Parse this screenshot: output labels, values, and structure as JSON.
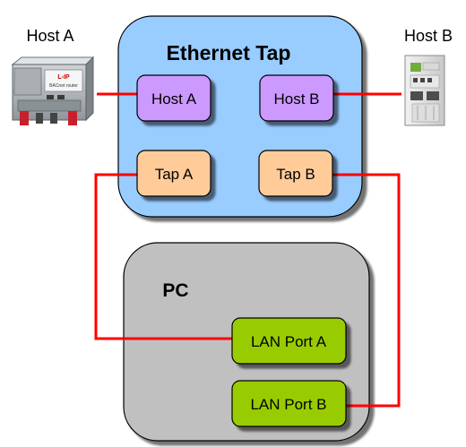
{
  "host_a": {
    "label": "Host A"
  },
  "host_b": {
    "label": "Host B"
  },
  "tap_box": {
    "title": "Ethernet Tap",
    "ports": {
      "host_a": "Host A",
      "host_b": "Host B",
      "tap_a": "Tap A",
      "tap_b": "Tap B"
    }
  },
  "pc_box": {
    "title": "PC",
    "ports": {
      "lan_a": "LAN Port A",
      "lan_b": "LAN Port B"
    }
  },
  "device_a": {
    "brand": "L-IP",
    "caption": "BACnet router"
  },
  "colors": {
    "tap_fill": "#99ccff",
    "pc_fill": "#c0c0c0",
    "host_port_fill": "#cc99ff",
    "tap_port_fill": "#ffcc99",
    "lan_port_fill": "#99cc00",
    "link": "#ff0000"
  }
}
